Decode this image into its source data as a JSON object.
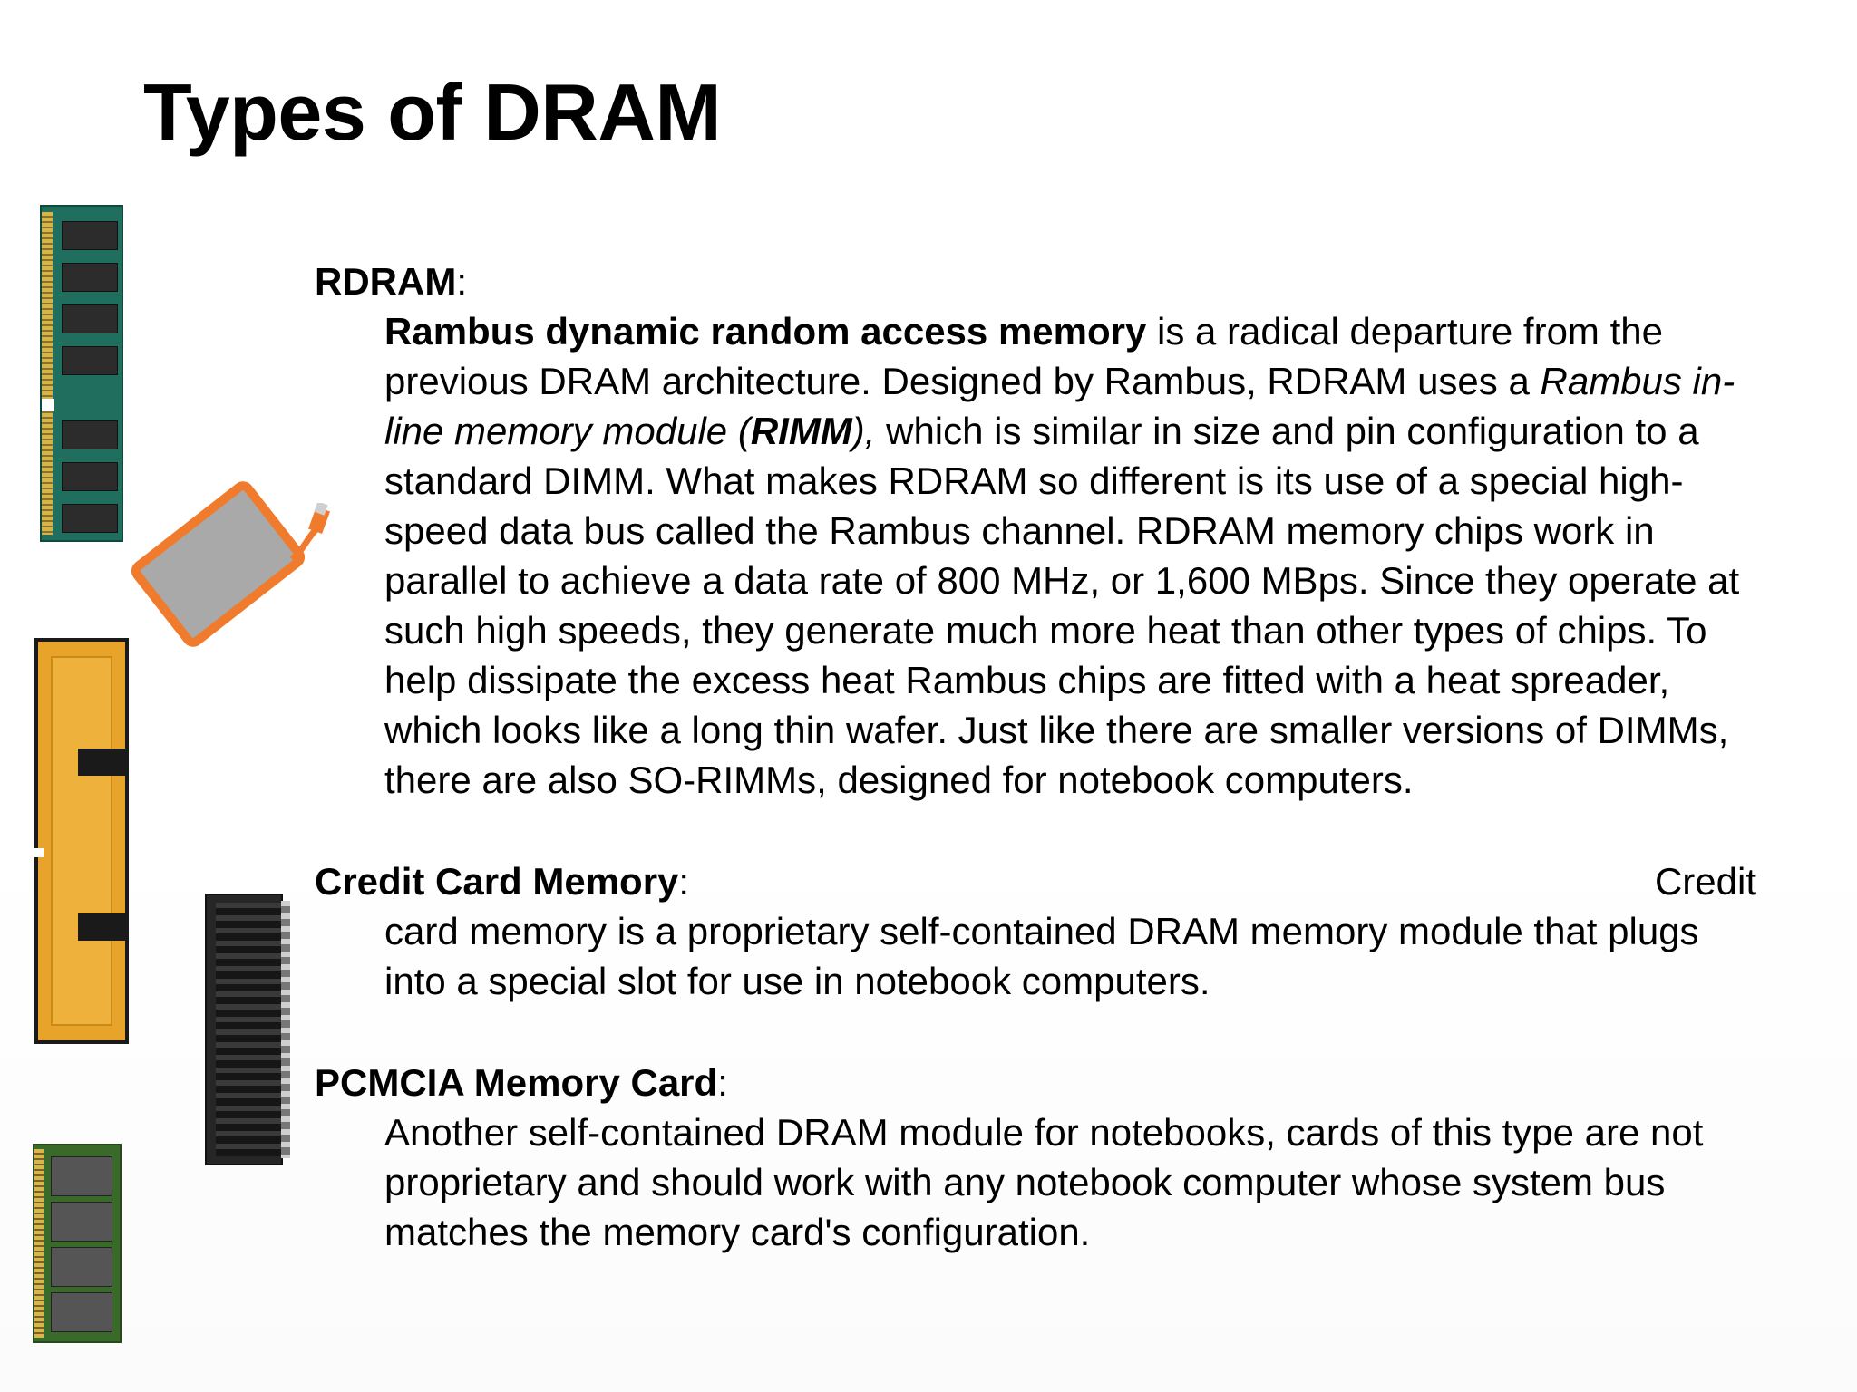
{
  "title": "Types of DRAM",
  "sections": [
    {
      "term": "RDRAM",
      "colon": ":",
      "desc_parts": {
        "bold_lead": "Rambus dynamic random access memory",
        "text_a": " is a radical departure from the previous DRAM architecture. Designed by Rambus, RDRAM uses a ",
        "italic_a": "Rambus in-line memory module (",
        "bold_italic": "RIMM",
        "italic_b": "),",
        "text_b": " which is similar in size and pin configuration to a standard DIMM. What makes RDRAM so different is its use of a special high-speed data bus called the Rambus channel. RDRAM memory chips work in parallel to achieve a data rate of 800 MHz, or 1,600 MBps. Since they operate at such high speeds, they generate much more heat than other types of chips. To help dissipate the excess heat Rambus chips are fitted with a heat spreader, which looks like a long thin wafer. Just like there are smaller versions of DIMMs, there are also SO-RIMMs, designed for notebook computers."
      }
    },
    {
      "term": "Credit Card Memory",
      "colon": ":",
      "trailing": "Credit",
      "desc": "card memory is a proprietary self-contained DRAM memory module that plugs into a special slot for use in notebook computers."
    },
    {
      "term": "PCMCIA Memory Card",
      "colon": ":",
      "desc": "Another self-contained DRAM module for notebooks, cards of this type are not proprietary and should work with any notebook computer whose system bus matches the memory card's configuration."
    }
  ],
  "images": [
    "dimm-module-icon",
    "credit-card-memory-icon",
    "rimm-heat-spreader-icon",
    "heatsink-module-icon",
    "so-dimm-module-icon"
  ]
}
